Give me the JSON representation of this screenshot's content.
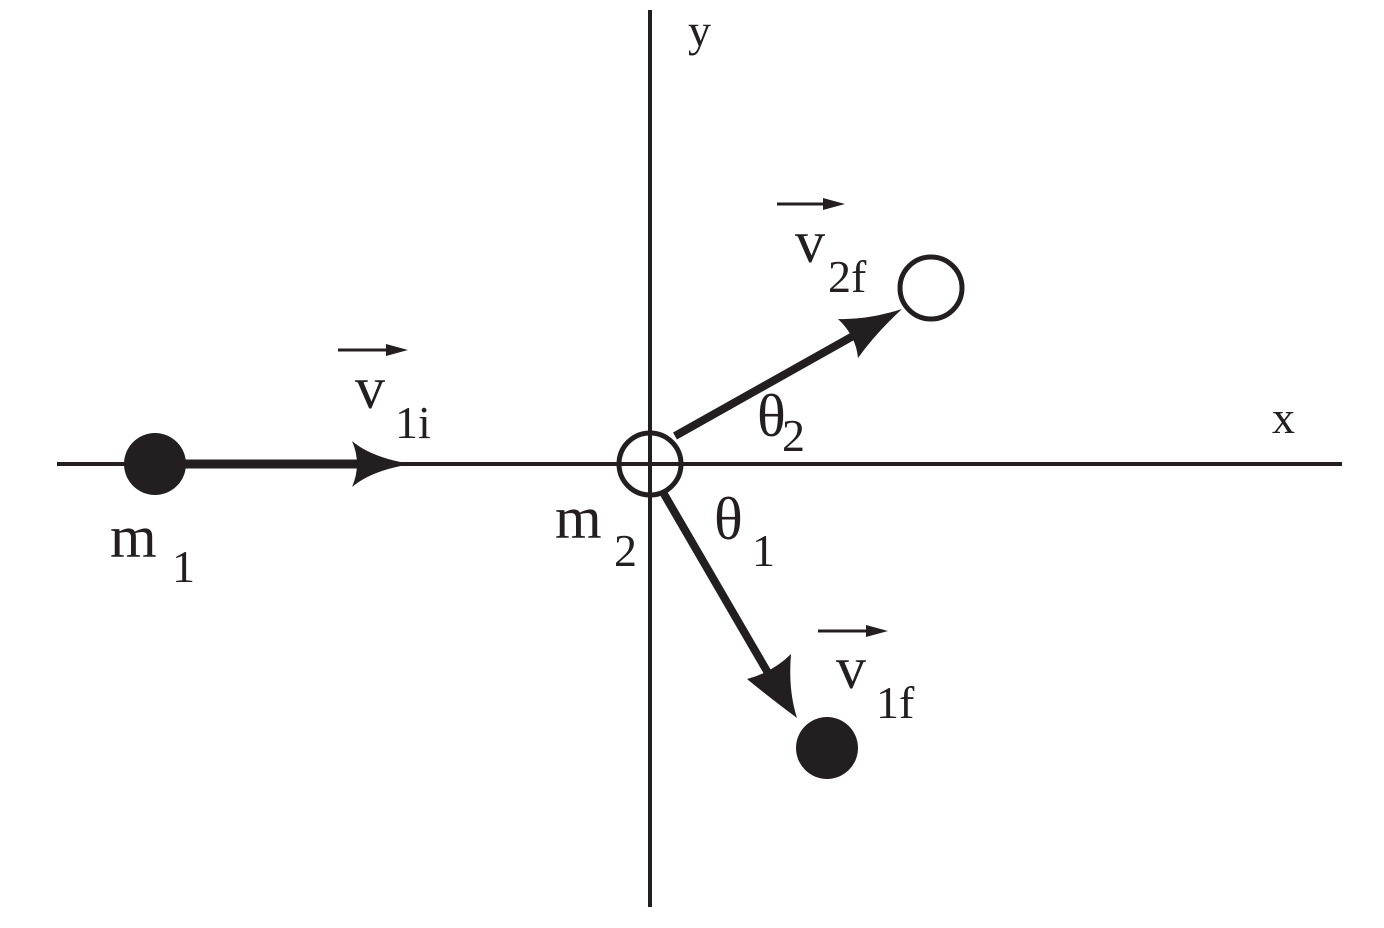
{
  "axes": {
    "x_label": "x",
    "y_label": "y"
  },
  "masses": {
    "m1": {
      "symbol": "m",
      "subscript": "1"
    },
    "m2": {
      "symbol": "m",
      "subscript": "2"
    }
  },
  "velocities": {
    "v1i": {
      "symbol": "v",
      "subscript": "1i"
    },
    "v2f": {
      "symbol": "v",
      "subscript": "2f"
    },
    "v1f": {
      "symbol": "v",
      "subscript": "1f"
    }
  },
  "angles": {
    "theta1": {
      "symbol": "θ",
      "subscript": "1"
    },
    "theta2": {
      "symbol": "θ",
      "subscript": "2"
    }
  },
  "colors": {
    "ink": "#231f20",
    "background": "#ffffff"
  }
}
